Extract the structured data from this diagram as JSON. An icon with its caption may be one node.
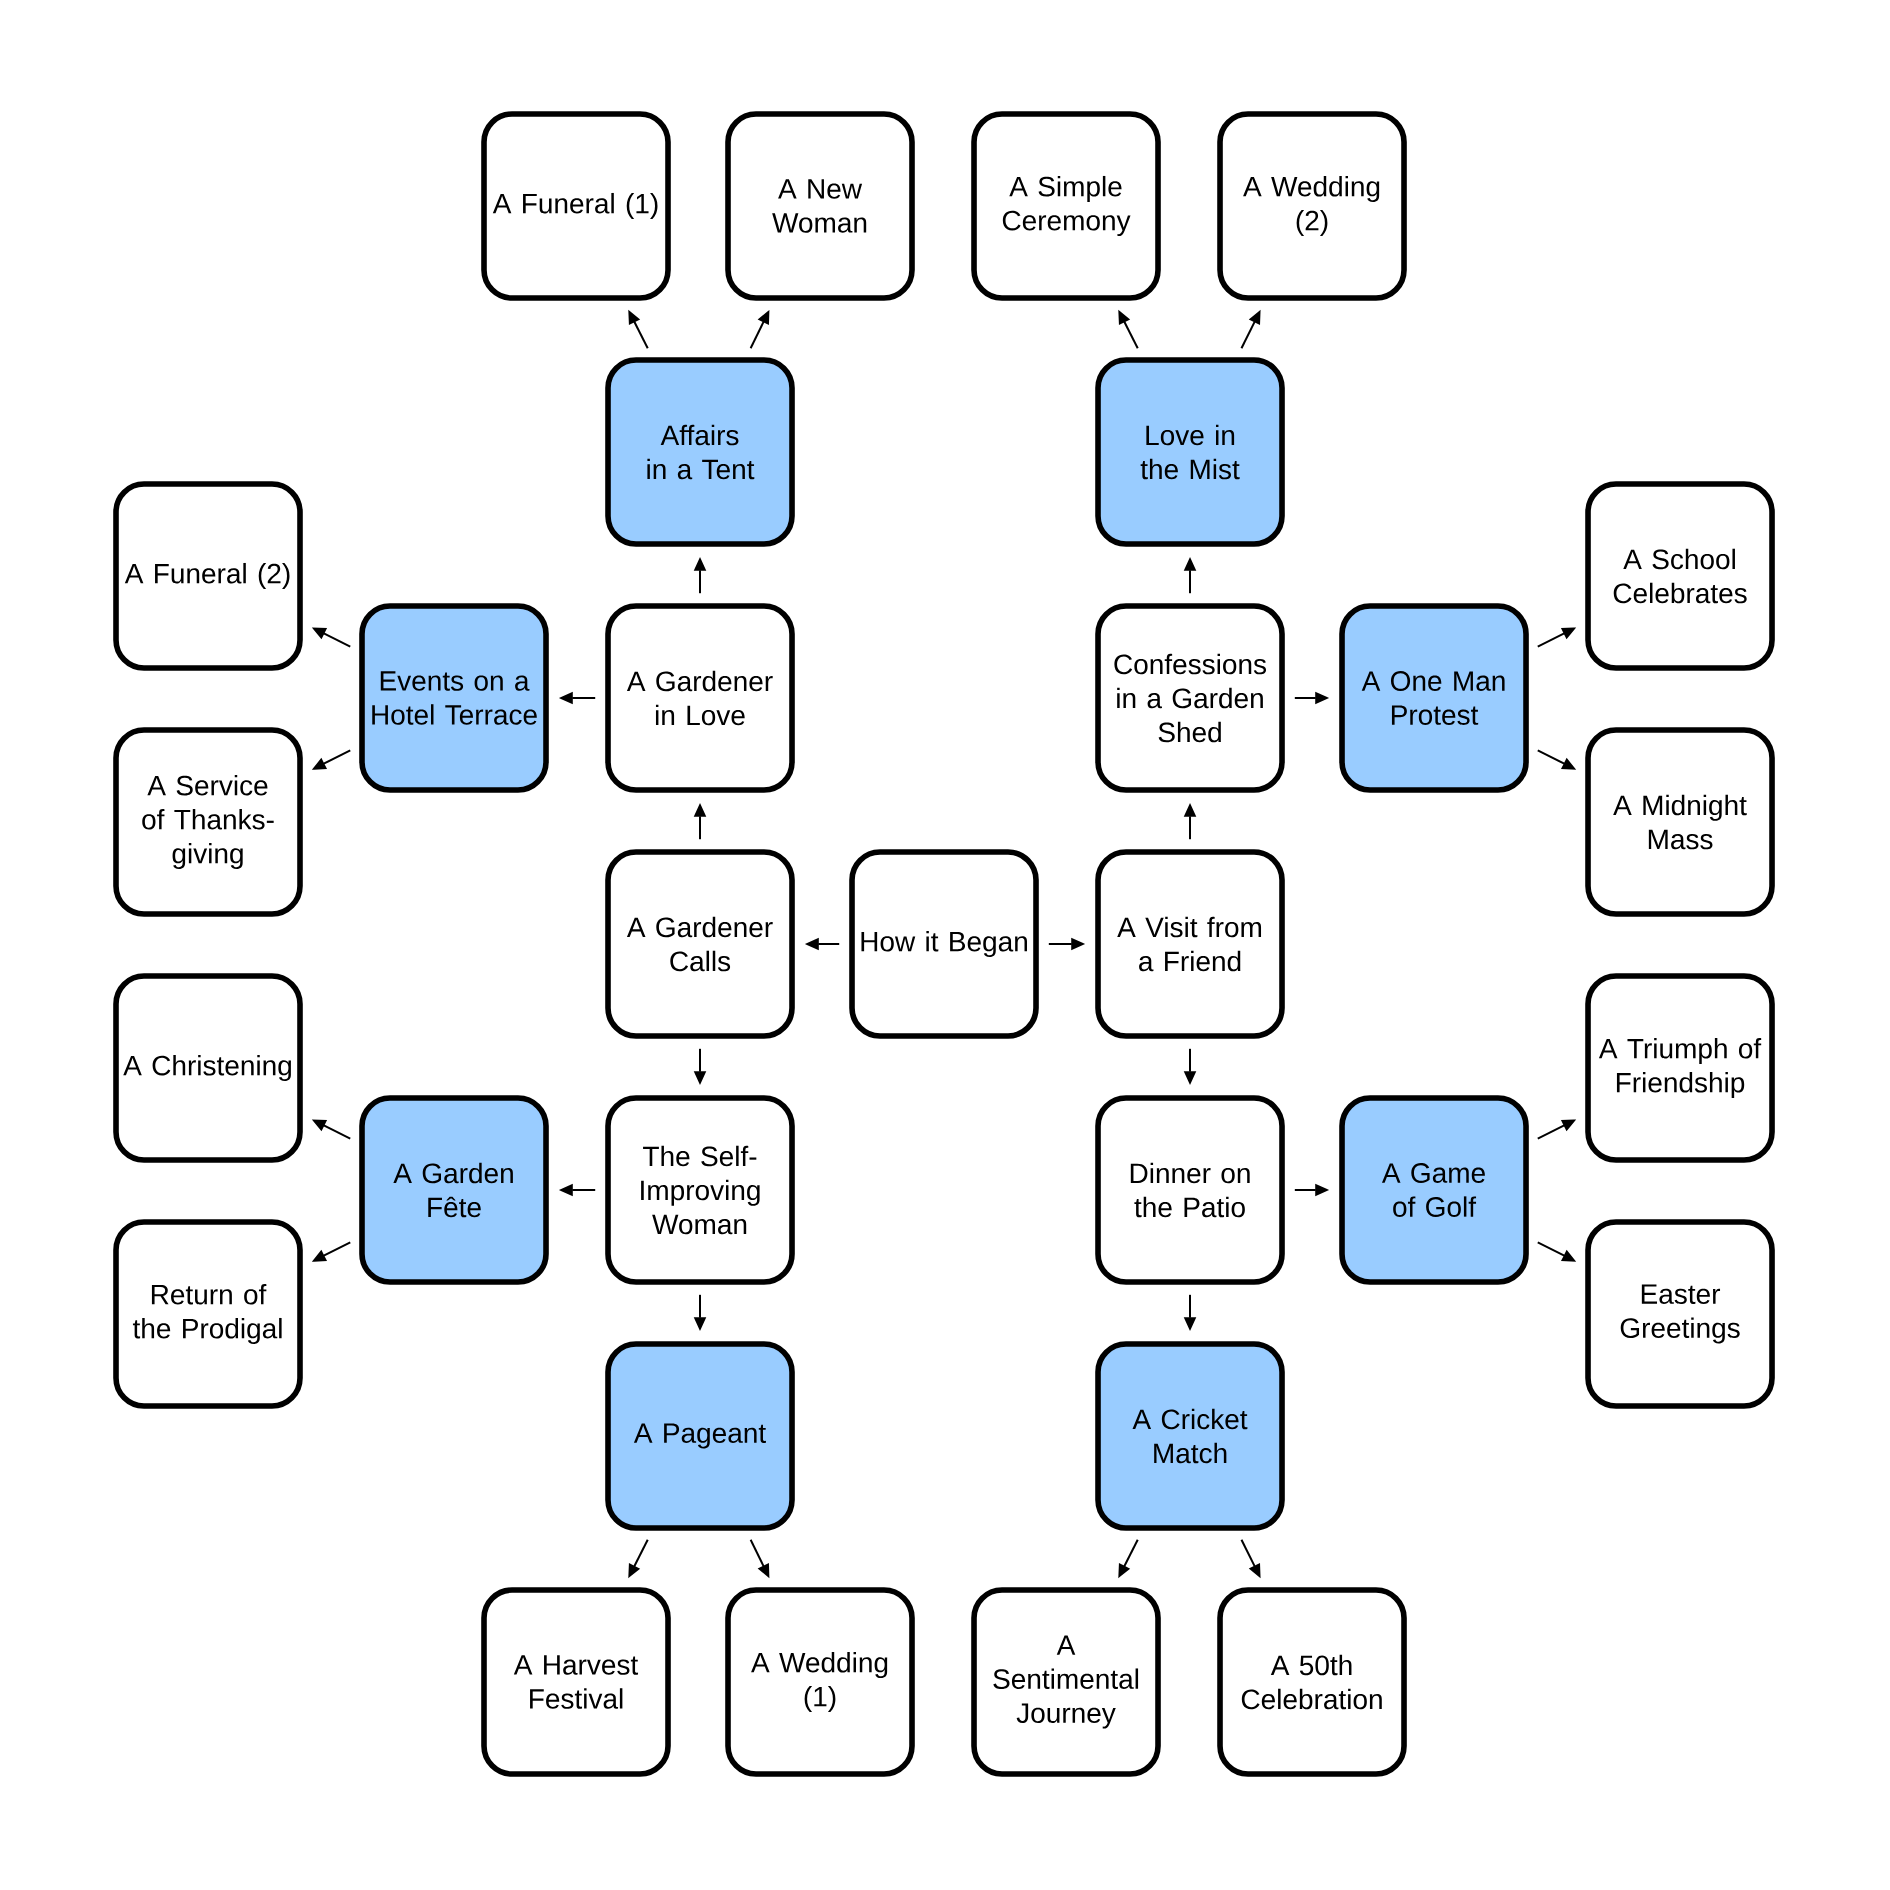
{
  "diagram": {
    "nodes": [
      {
        "text": [
          "A Funeral (1)"
        ]
      },
      {
        "text": [
          "A New Woman"
        ]
      },
      {
        "text": [
          "A Simple Ceremony"
        ]
      },
      {
        "text": [
          "A Wedding (2)"
        ]
      },
      {
        "text": [
          "Affairs in a Tent"
        ]
      },
      {
        "text": [
          "Love in the Mist"
        ]
      },
      {
        "text": [
          "A Funeral (2)"
        ]
      },
      {
        "text": [
          "A School Celebrates"
        ]
      },
      {
        "text": [
          "Events on a Hotel Terrace"
        ]
      },
      {
        "text": [
          "A Gardener in Love"
        ]
      },
      {
        "text": [
          "Confessions in a Garden Shed"
        ]
      },
      {
        "text": [
          "A One Man Protest"
        ]
      },
      {
        "text": [
          "A Service of Thanks-giving"
        ]
      },
      {
        "text": [
          "A Midnight Mass"
        ]
      },
      {
        "text": [
          "A Gardener Calls"
        ]
      },
      {
        "text": [
          "How it Began"
        ]
      },
      {
        "text": [
          "A Visit from a Friend"
        ]
      },
      {
        "text": [
          "A Christening"
        ]
      },
      {
        "text": [
          "A Triumph of Friendship"
        ]
      },
      {
        "text": [
          "A Garden Fête"
        ]
      },
      {
        "text": [
          "The Self-Improving Woman"
        ]
      },
      {
        "text": [
          "Dinner on the Patio"
        ]
      },
      {
        "text": [
          "A Game of Golf"
        ]
      },
      {
        "text": [
          "Return of the Prodigal"
        ]
      },
      {
        "text": [
          "Easter Greetings"
        ]
      },
      {
        "text": [
          "A Pageant"
        ]
      },
      {
        "text": [
          "A Cricket Match"
        ]
      },
      {
        "text": [
          "A Harvest Festival"
        ]
      },
      {
        "text": [
          "A Wedding (1)"
        ]
      },
      {
        "text": [
          "A Sentimental Journey"
        ]
      },
      {
        "text": [
          "A 50th Celebration"
        ]
      }
    ],
    "edges": [
      {
        "from": 15,
        "to": 14,
        "arrow": "to"
      },
      {
        "from": 15,
        "to": 16,
        "arrow": "to"
      },
      {
        "from": 14,
        "to": 9,
        "arrow": "to"
      },
      {
        "from": 14,
        "to": 20,
        "arrow": "to"
      },
      {
        "from": 9,
        "to": 4,
        "arrow": "to"
      },
      {
        "from": 9,
        "to": 8,
        "arrow": "to"
      },
      {
        "from": 4,
        "to": 0,
        "arrow": "to"
      },
      {
        "from": 4,
        "to": 1,
        "arrow": "to"
      },
      {
        "from": 8,
        "to": 6,
        "arrow": "to"
      },
      {
        "from": 8,
        "to": 12,
        "arrow": "to"
      },
      {
        "from": 20,
        "to": 19,
        "arrow": "to"
      },
      {
        "from": 20,
        "to": 25,
        "arrow": "to"
      },
      {
        "from": 19,
        "to": 17,
        "arrow": "to"
      },
      {
        "from": 19,
        "to": 23,
        "arrow": "to"
      },
      {
        "from": 25,
        "to": 27,
        "arrow": "to"
      },
      {
        "from": 25,
        "to": 28,
        "arrow": "to"
      },
      {
        "from": 16,
        "to": 10,
        "arrow": "to"
      },
      {
        "from": 16,
        "to": 21,
        "arrow": "to"
      },
      {
        "from": 10,
        "to": 5,
        "arrow": "to"
      },
      {
        "from": 10,
        "to": 11,
        "arrow": "to"
      },
      {
        "from": 5,
        "to": 2,
        "arrow": "to"
      },
      {
        "from": 5,
        "to": 3,
        "arrow": "to"
      },
      {
        "from": 11,
        "to": 7,
        "arrow": "to"
      },
      {
        "from": 11,
        "to": 13,
        "arrow": "to"
      },
      {
        "from": 21,
        "to": 22,
        "arrow": "to"
      },
      {
        "from": 21,
        "to": 26,
        "arrow": "to"
      },
      {
        "from": 22,
        "to": 18,
        "arrow": "to"
      },
      {
        "from": 22,
        "to": 24,
        "arrow": "to"
      },
      {
        "from": 26,
        "to": 29,
        "arrow": "to"
      },
      {
        "from": 26,
        "to": 30,
        "arrow": "to"
      }
    ]
  }
}
